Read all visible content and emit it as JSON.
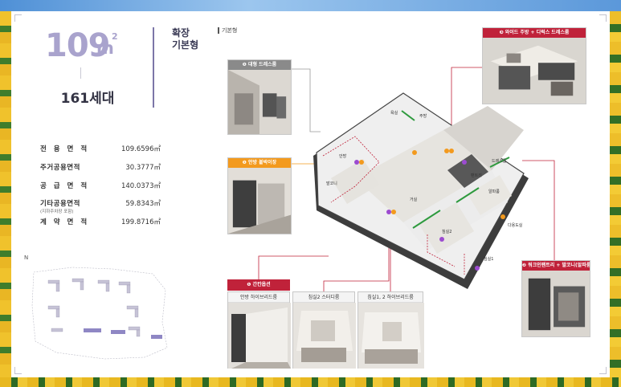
{
  "header": {
    "area_number": "109",
    "area_unit": "m",
    "area_sup": "2",
    "type_line1": "확장",
    "type_line2": "기본형",
    "households": "161세대"
  },
  "specs": [
    {
      "label": "전 용 면 적",
      "value": "109.6596㎡"
    },
    {
      "label": "주거공용면적",
      "value": "30.3777㎡"
    },
    {
      "label": "공 급 면 적",
      "value": "140.0373㎡"
    },
    {
      "label": "기타공용면적",
      "sub": "(지하주차장 포함)",
      "value": "59.8343㎡"
    },
    {
      "label": "계 약 면 적",
      "value": "199.8716㎡"
    }
  ],
  "compass_label": "N",
  "plan_tag": "기본형",
  "callouts": {
    "dressroom": "❶ 대형 드레스룸",
    "alcove": "❶ 안방 붙박이장",
    "kitchen": "❸ 와이드 주방 + 디럭스 드레스룸",
    "pantry": "❷ 워크인팬트리 + 발코니(알파룸)",
    "option": "❶ 간칸옵션"
  },
  "sub_options": [
    "안방 하이브리드룸",
    "침실2 스터디룸",
    "침실1, 2 하이브리드룸"
  ],
  "room_labels": {
    "master": "안방",
    "living": "거실",
    "bed1": "침실1",
    "bed2": "침실2",
    "kitchen": "주방",
    "dress": "드레스룸",
    "alpha": "알파룸",
    "utility": "다용도실",
    "bath": "욕실",
    "pantry": "팬트리",
    "balcony": "발코니"
  },
  "colors": {
    "purple_accent": "#a9a3cd",
    "red": "#c0223a",
    "orange": "#f39a1e",
    "gray": "#8a8a8a",
    "green_wall": "#2e9a3e"
  }
}
